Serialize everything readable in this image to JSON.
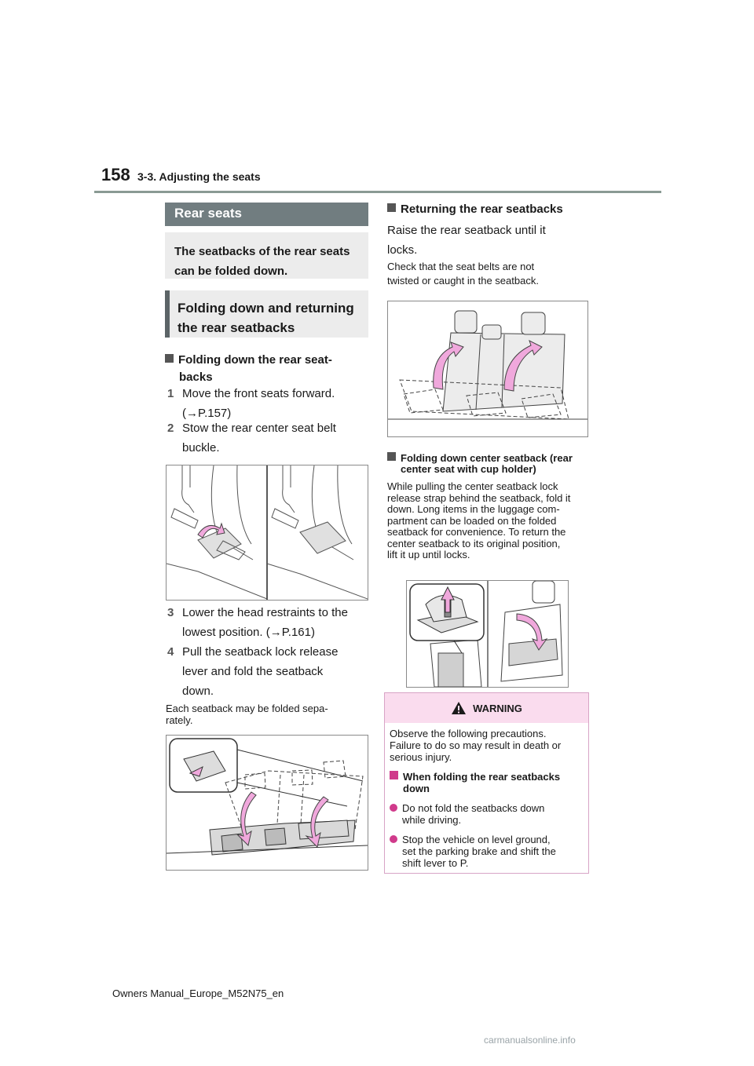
{
  "header": {
    "page_number": "158",
    "section": "3-3. Adjusting the seats"
  },
  "left": {
    "heading": "Rear seats",
    "intro": "The seatbacks of the rear seats can be folded down.",
    "subheading_box": "Folding down and returning the rear seatbacks",
    "fold_heading_line1": "Folding down the rear seat-",
    "fold_heading_line2": "backs",
    "steps": [
      {
        "num": "1",
        "line1": "Move the front seats forward.",
        "line2": "(→P.157)"
      },
      {
        "num": "2",
        "line1": "Stow the rear center seat belt",
        "line2": "buckle."
      },
      {
        "num": "3",
        "line1": "Lower the head restraints to the",
        "line2": "lowest position. (→P.161)"
      },
      {
        "num": "4",
        "line1": "Pull the seatback lock release",
        "line2": "lever and fold the seatback",
        "line3": "down."
      }
    ],
    "note_line1": "Each seatback may be folded sepa-",
    "note_line2": "rately."
  },
  "right": {
    "return_heading": "Returning the rear seatbacks",
    "return_text_line1": "Raise the rear seatback until it",
    "return_text_line2": "locks.",
    "return_note_line1": "Check that the seat belts are not",
    "return_note_line2": "twisted or caught in the seatback.",
    "center_heading_line1": "Folding down center seatback (rear",
    "center_heading_line2": "center seat with cup holder)",
    "center_text": [
      "While pulling the center seatback lock",
      "release strap behind the seatback, fold it",
      "down. Long items in the luggage com-",
      "partment can be loaded on the folded",
      "seatback for convenience. To return the",
      "center seatback to its original position,",
      "lift it up until locks."
    ]
  },
  "warning": {
    "title": "WARNING",
    "text_line1": "Observe the following precautions.",
    "text_line2": "Failure to do so may result in death or",
    "text_line3": "serious injury.",
    "sub_heading_line1": "When folding the rear seatbacks",
    "sub_heading_line2": "down",
    "items": [
      {
        "line1": "Do not fold the seatbacks down",
        "line2": "while driving."
      },
      {
        "line1": "Stop the vehicle on level ground,",
        "line2": "set the parking brake and shift the",
        "line3": "shift lever to P."
      }
    ]
  },
  "footer": "Owners Manual_Europe_M52N75_en",
  "watermark": "carmanualsonline.info",
  "colors": {
    "heading_bg": "#717d80",
    "box_bg": "#ececec",
    "arrow_pink": "#f0a8dc",
    "warning_bg": "#fadcee",
    "accent_magenta": "#d03a8b"
  }
}
